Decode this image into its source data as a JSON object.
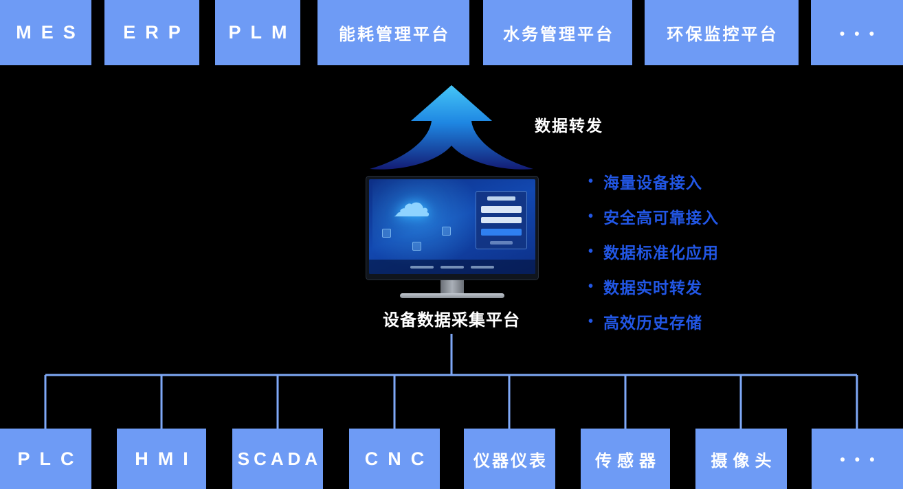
{
  "top_row": {
    "items": [
      {
        "label": "MES"
      },
      {
        "label": "ERP"
      },
      {
        "label": "PLM"
      },
      {
        "label": "能耗管理平台"
      },
      {
        "label": "水务管理平台"
      },
      {
        "label": "环保监控平台"
      },
      {
        "label": "●●●"
      }
    ]
  },
  "bottom_row": {
    "items": [
      {
        "label": "PLC"
      },
      {
        "label": "HMI"
      },
      {
        "label": "SCADA"
      },
      {
        "label": "CNC"
      },
      {
        "label": "仪器仪表"
      },
      {
        "label": "传感器"
      },
      {
        "label": "摄像头"
      },
      {
        "label": "●●●"
      }
    ]
  },
  "center": {
    "arrow_label": "数据转发",
    "platform_label": "设备数据采集平台",
    "cloud_icon": "☁"
  },
  "features": {
    "items": [
      {
        "text": "海量设备接入"
      },
      {
        "text": "安全高可靠接入"
      },
      {
        "text": "数据标准化应用"
      },
      {
        "text": "数据实时转发"
      },
      {
        "text": "高效历史存储"
      }
    ]
  },
  "colors": {
    "box_blue": "#6E9BF5",
    "feature_blue": "#2257E6",
    "line_blue": "#7FA9F7",
    "arrow_top": "#45C6F7",
    "arrow_bottom": "#131C74",
    "background": "#000000"
  }
}
